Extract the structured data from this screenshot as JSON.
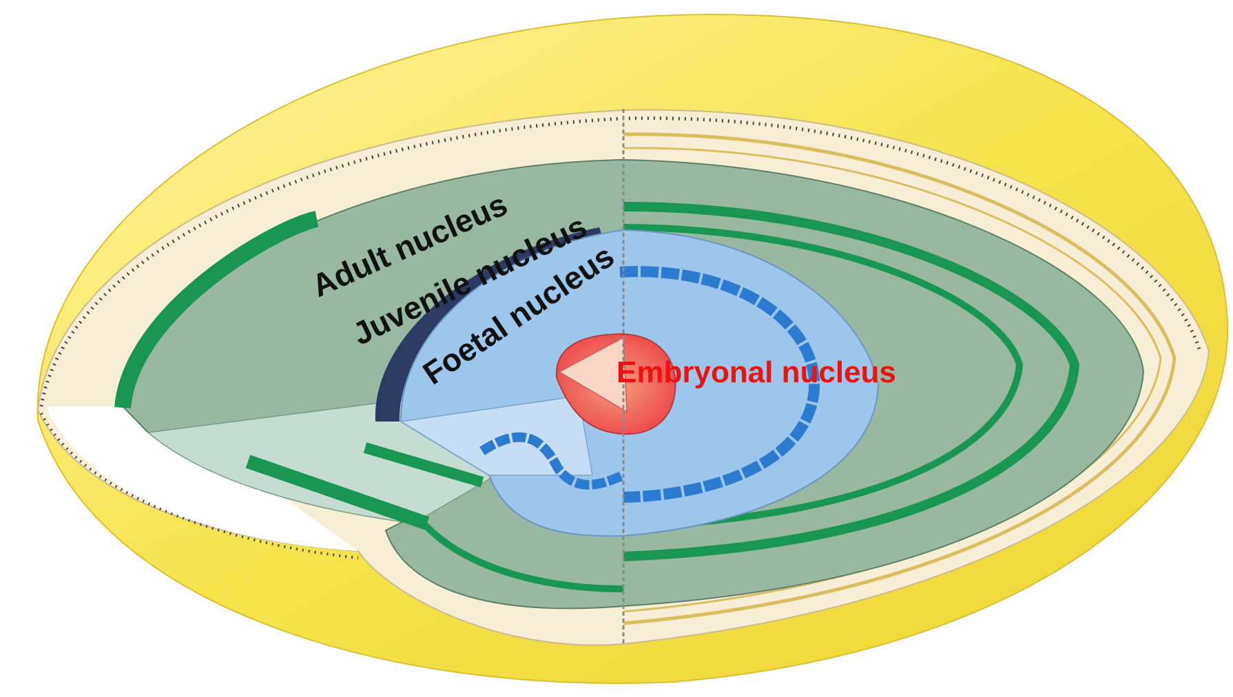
{
  "labels": {
    "adult": "Adult nucleus",
    "juvenile": "Juvenile nucleus",
    "foetal": "Foetal nucleus",
    "embryonal": "Embryonal nucleus"
  },
  "colors": {
    "capsule": "#f6e34e",
    "cortex": "#f6efd6",
    "adult_zone": "#98b8a2",
    "growth_bands": "#1a9654",
    "juvenile_band": "#2d3a64",
    "foetal_zone": "#9cc6ec",
    "foetal_bands": "#2d7bd1",
    "embryonal_core": "#ee5050",
    "label_dark": "#111111",
    "label_red": "#ee1111"
  }
}
